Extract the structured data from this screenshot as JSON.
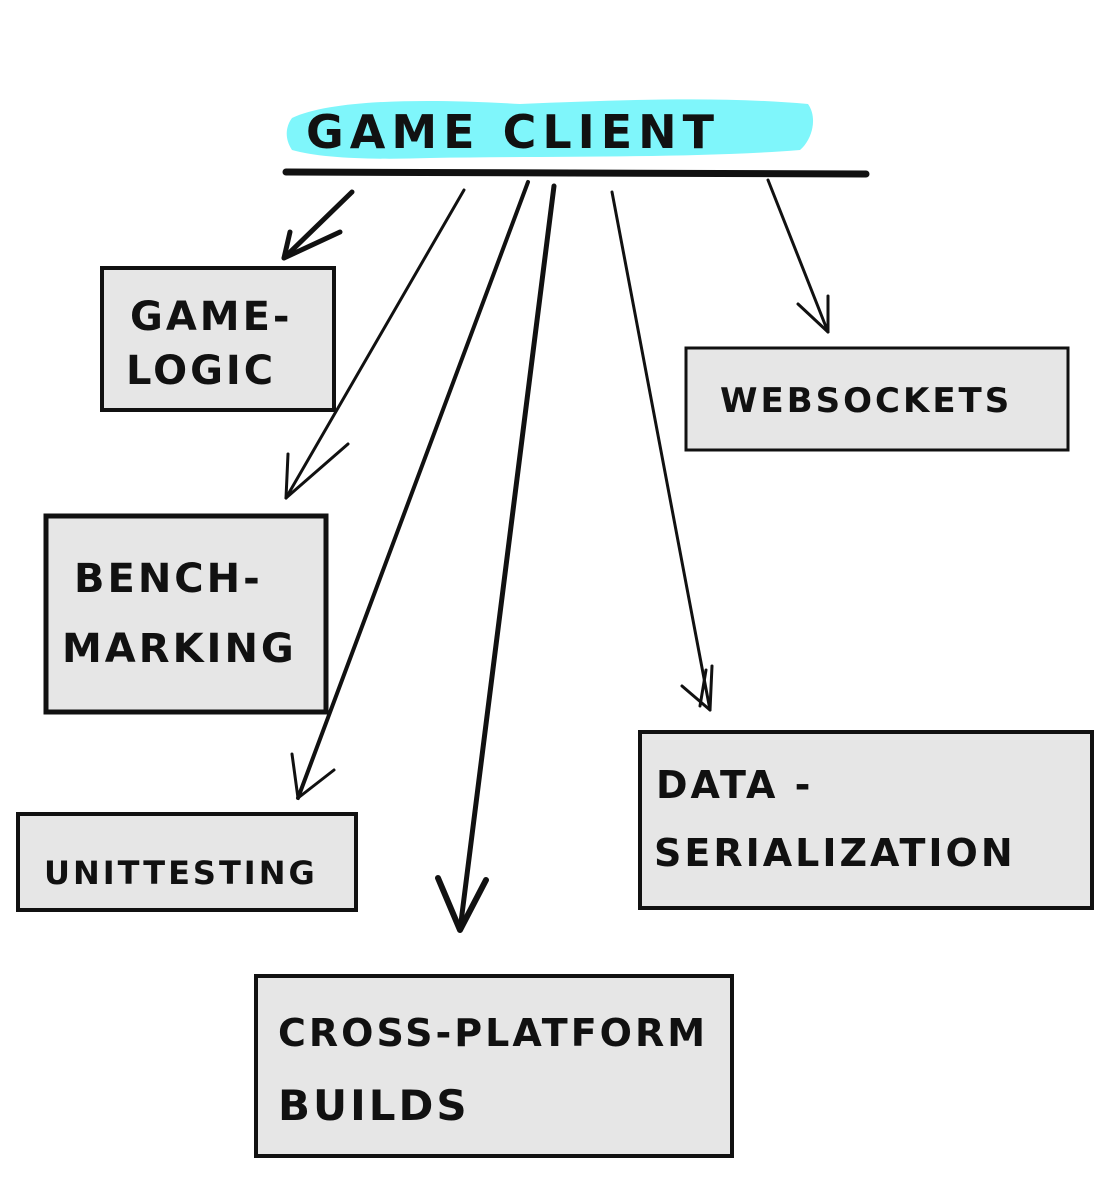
{
  "title": {
    "text": "GAME CLIENT",
    "highlight_color": "#7ff6fb"
  },
  "nodes": {
    "game_logic": {
      "line1": "GAME-",
      "line2": "LOGIC"
    },
    "benchmarking": {
      "line1": "BENCH-",
      "line2": "MARKING"
    },
    "unittesting": {
      "line1": "UNITTESTING"
    },
    "cross_platform": {
      "line1": "CROSS-PLATFORM",
      "line2": "BUILDS"
    },
    "data_serialization": {
      "line1": "DATA -",
      "line2": "SERIALIZATION"
    },
    "websockets": {
      "line1": "WEBSOCKETS"
    }
  },
  "colors": {
    "box_fill": "#e6e6e6",
    "ink": "#111111",
    "background": "#ffffff"
  }
}
